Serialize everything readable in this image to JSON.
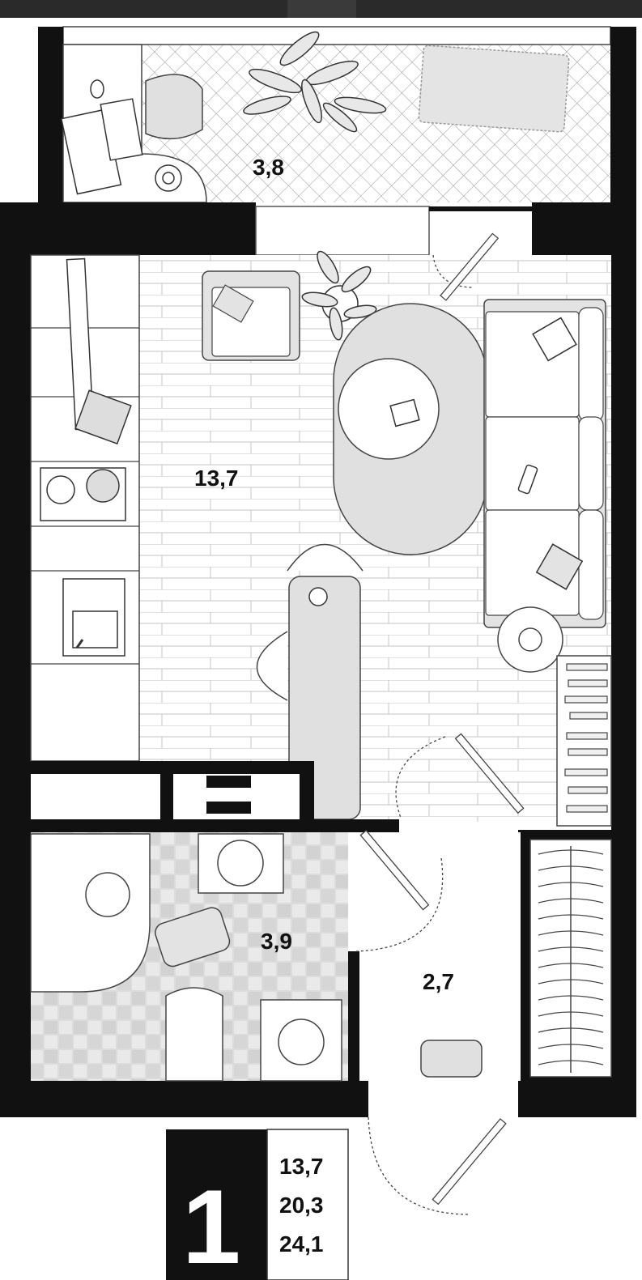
{
  "plan": {
    "rooms": {
      "balcony": {
        "area": "3,8"
      },
      "living": {
        "area": "13,7"
      },
      "bathroom": {
        "area": "3,9"
      },
      "hallway": {
        "area": "2,7"
      }
    },
    "summary": {
      "rooms_count": "1",
      "living_area": "13,7",
      "total_area": "20,3",
      "area_with_balcony": "24,1"
    }
  },
  "colors": {
    "wall": "#111111",
    "furniture_fill": "#e3e3e3",
    "floor_line": "#c8c8c8",
    "tile_light": "#e8e8e8",
    "tile_dark": "#d4d4d4",
    "background": "#ffffff"
  }
}
